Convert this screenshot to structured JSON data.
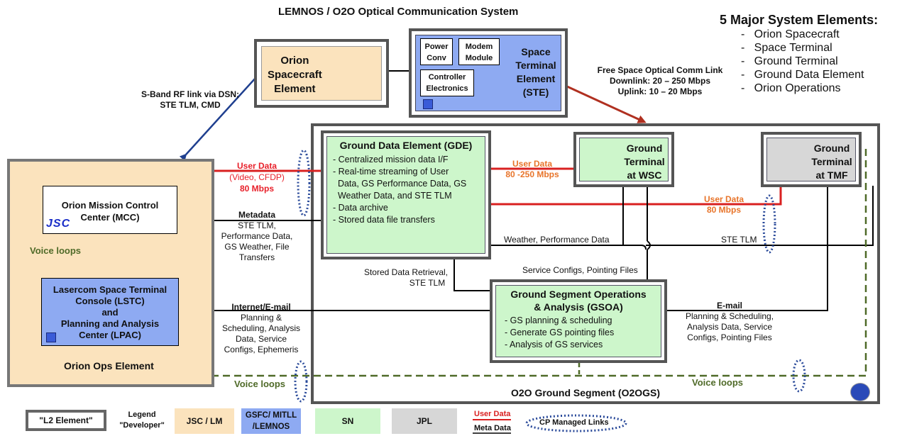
{
  "header": {
    "title": "LEMNOS / O2O Optical Communication System",
    "major_title": "5 Major System Elements:",
    "major_items": [
      "Orion Spacecraft",
      "Space Terminal",
      "Ground Terminal",
      "Ground Data Element",
      "Orion Operations"
    ]
  },
  "orion_spacecraft": {
    "label_1": "Orion",
    "label_2": "Spacecraft",
    "label_3": "Element"
  },
  "ste": {
    "title_1": "Space",
    "title_2": "Terminal",
    "title_3": "Element",
    "title_4": "(STE)",
    "power_1": "Power",
    "power_2": "Conv",
    "modem_1": "Modem",
    "modem_2": "Module",
    "ctrl_1": "Controller",
    "ctrl_2": "Electronics"
  },
  "links": {
    "sband_1": "S-Band RF link via DSN;",
    "sband_2": "STE TLM, CMD",
    "fso_1": "Free Space Optical Comm Link",
    "fso_2": "Downlink: 20 – 250 Mbps",
    "fso_3": "Uplink: 10 – 20 Mbps",
    "user_data_1": "User Data",
    "user_data_2": "(Video, CFDP)",
    "user_data_3": "80 Mbps",
    "metadata_1": "Metadata",
    "metadata_2": "STE TLM,",
    "metadata_3": "Performance Data,",
    "metadata_4": "GS Weather, File",
    "metadata_5": "Transfers",
    "gt_user_1": "User Data",
    "gt_user_2": "80 -250 Mbps",
    "tmf_user_1": "User Data",
    "tmf_user_2": "80 Mbps",
    "weather": "Weather, Performance Data",
    "ste_tlm": "STE TLM",
    "stored_1": "Stored Data Retrieval,",
    "stored_2": "STE TLM",
    "service_configs": "Service Configs, Pointing Files",
    "internet_1": "Internet/E-mail",
    "internet_2": "Planning &",
    "internet_3": "Scheduling, Analysis",
    "internet_4": "Data, Service",
    "internet_5": "Configs, Ephemeris",
    "email_1": "E-mail",
    "email_2": "Planning & Scheduling,",
    "email_3": "Analysis Data, Service",
    "email_4": "Configs, Pointing Files",
    "voice_1": "Voice loops",
    "voice_2": "Voice loops",
    "voice_3": "Voice loops"
  },
  "gde": {
    "title": "Ground Data Element (GDE)",
    "items": [
      "- Centralized mission data I/F",
      "- Real-time streaming of User",
      "  Data, GS Performance Data, GS",
      "  Weather Data, and STE TLM",
      "- Data archive",
      "- Stored data file transfers"
    ]
  },
  "gt_wsc": {
    "l1": "Ground",
    "l2": "Terminal",
    "l3": "at WSC"
  },
  "gt_tmf": {
    "l1": "Ground",
    "l2": "Terminal",
    "l3": "at TMF"
  },
  "gsoa": {
    "title_1": "Ground Segment Operations",
    "title_2": "& Analysis (GSOA)",
    "items": [
      "- GS planning & scheduling",
      "- Generate GS pointing files",
      "- Analysis of GS services"
    ]
  },
  "ops": {
    "mcc_1": "Orion Mission Control",
    "mcc_2": "Center (MCC)",
    "jsc": "JSC",
    "lstc_1": "Lasercom Space Terminal",
    "lstc_2": "Console (LSTC)",
    "lstc_3": "and",
    "lstc_4": "Planning and Analysis",
    "lstc_5": "Center (LPAC)",
    "element": "Orion Ops Element"
  },
  "o2ogs": {
    "label": "O2O Ground Segment (O2OGS)"
  },
  "legend": {
    "l2": "\"L2 Element\"",
    "legend_1": "Legend",
    "legend_2": "\"Developer\"",
    "jsc": "JSC / LM",
    "gsfc_1": "GSFC/ MITLL",
    "gsfc_2": "/LEMNOS",
    "sn": "SN",
    "jpl": "JPL",
    "user": "User Data",
    "meta": "Meta Data",
    "cp": "CP Managed Links"
  },
  "colors": {
    "orange_fill": "#fbe3bd",
    "blue_fill": "#8eaaf2",
    "green_fill": "#cdf6cb",
    "gray_fill": "#d7d7d7",
    "red_line": "#d92020",
    "dark_blue": "#1f3f8f",
    "olive": "#4f6a28"
  }
}
